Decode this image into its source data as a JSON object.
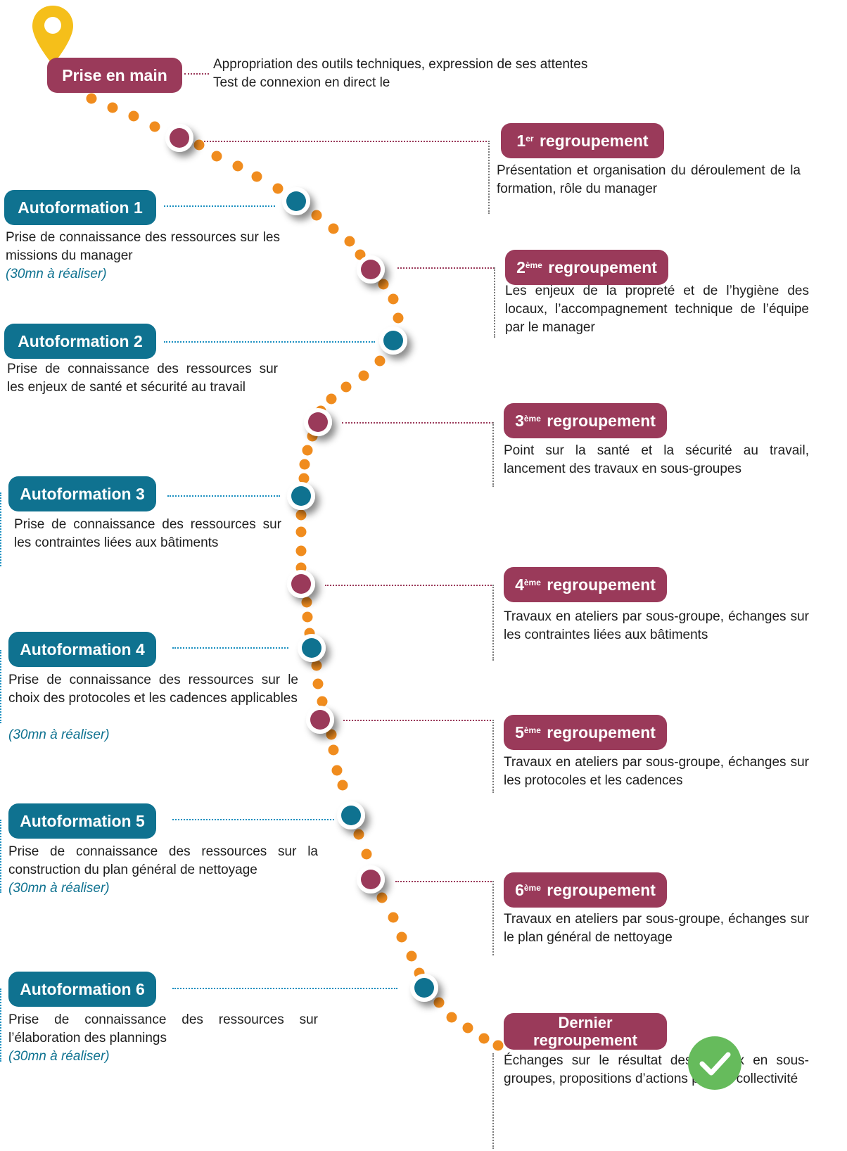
{
  "colors": {
    "wine": "#9a3a5a",
    "teal": "#0f7290",
    "dot": "#f08c1e",
    "check": "#66bb5c",
    "pin": "#f5bf1a"
  },
  "icons": {
    "start": "map-pin-icon",
    "end": "check-circle-icon"
  },
  "start": {
    "label": "Prise en main",
    "description": "Appropriation des outils techniques, expression de ses attentes Test de connexion en direct le"
  },
  "regroupements": [
    {
      "num": "1",
      "sup": "er",
      "word": "regroupement",
      "text": "Présentation et organisation du déroulement de la formation, rôle du manager"
    },
    {
      "num": "2",
      "sup": "ème",
      "word": "regroupement",
      "text": "Les enjeux de la propreté et de l’hygiène des locaux, l’accompagnement technique de l’équipe par le manager"
    },
    {
      "num": "3",
      "sup": "ème",
      "word": "regroupement",
      "text": "Point sur la santé et la sécurité au travail, lancement des travaux en sous-groupes"
    },
    {
      "num": "4",
      "sup": "ème",
      "word": "regroupement",
      "text": "Travaux en ateliers par sous-groupe, échanges sur les contraintes liées aux bâtiments"
    },
    {
      "num": "5",
      "sup": "ème",
      "word": "regroupement",
      "text": "Travaux en ateliers par sous-groupe, échanges sur les protocoles et les cadences"
    },
    {
      "num": "6",
      "sup": "ème",
      "word": "regroupement",
      "text": "Travaux en ateliers par sous-groupe, échanges sur le plan général de nettoyage"
    }
  ],
  "autoformations": [
    {
      "label": "Autoformation 1",
      "text": "Prise de connaissance des ressources sur les missions du manager",
      "note": "(30mn à réaliser)"
    },
    {
      "label": "Autoformation 2",
      "text": "Prise de connaissance des ressources sur les enjeux de santé et sécurité au travail",
      "note": ""
    },
    {
      "label": "Autoformation 3",
      "text": "Prise de connaissance des ressources sur les contraintes liées aux bâtiments",
      "note": ""
    },
    {
      "label": "Autoformation 4",
      "text": "Prise de connaissance des ressources sur le choix des protocoles et les cadences applicables",
      "note": "(30mn à réaliser)"
    },
    {
      "label": "Autoformation 5",
      "text": "Prise de connaissance des ressources sur la construction du plan général de nettoyage",
      "note": "(30mn à réaliser)"
    },
    {
      "label": "Autoformation 6",
      "text": "Prise de connaissance des ressources sur l’élaboration des plannings",
      "note": "(30mn à réaliser)"
    }
  ],
  "final": {
    "line1": "Dernier",
    "line2": "regroupement",
    "text": "Échanges sur le résultat des travaux en sous-groupes, propositions d’actions pour la collectivité"
  }
}
